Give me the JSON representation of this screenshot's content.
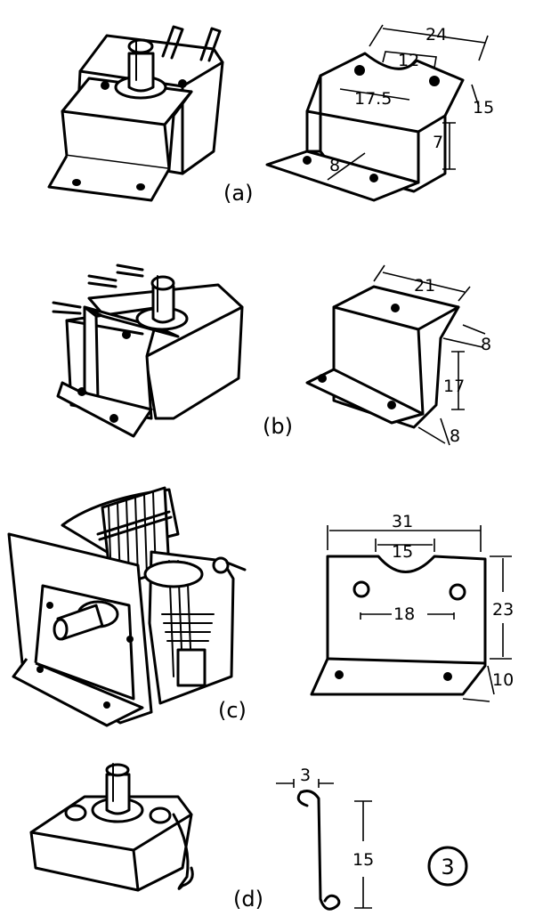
{
  "labels": {
    "a": "(a)",
    "b": "(b)",
    "c": "(c)",
    "d": "(d)",
    "figure": "3"
  },
  "dims": {
    "a": {
      "width": "24",
      "notch": "12",
      "holes": "17.5",
      "height": "15",
      "side": "7",
      "foot": "8"
    },
    "b": {
      "width": "21",
      "top": "8",
      "height": "17",
      "foot": "8"
    },
    "c": {
      "width": "31",
      "notch": "15",
      "holes": "18",
      "height": "23",
      "foot": "10"
    },
    "d": {
      "wire_width": "3",
      "wire_length": "15"
    }
  }
}
